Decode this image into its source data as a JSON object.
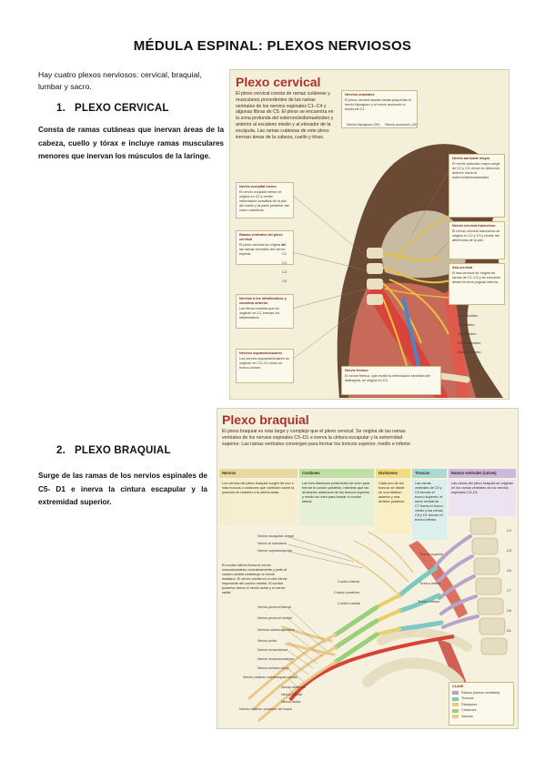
{
  "title": "MÉDULA ESPINAL: PLEXOS NERVIOSOS",
  "intro": "Hay cuatro plexos nerviosos: cervical, braquial, lumbar y sacro.",
  "sections": [
    {
      "number": "1.",
      "heading": "PLEXO CERVICAL",
      "text": "Consta de ramas cutáneas que inervan áreas de la cabeza, cuello y tórax e incluye ramas musculares menores que inervan los músculos de la laringe."
    },
    {
      "number": "2.",
      "heading": "PLEXO BRAQUIAL",
      "text": "Surge de las ramas de los nervios espinales de C5- D1 e inerva la cintura escapular y la extremidad superior."
    }
  ],
  "fig_cervical": {
    "title": "Plexo cervical",
    "intro": "El plexo cervical consta de ramas cutáneas y musculares procedentes de las ramas ventrales de los nervios espinales C1–C4 y algunas fibras de C5. El plexo se encuentra en la zona profunda del esternocleidomastoideo y anterior al escaleno medio y al elevador de la escápula. Las ramas cutáneas de este plexo inervan áreas de la cabeza, cuello y tórax.",
    "callouts": [
      {
        "head": "Nervios craneales",
        "text": "El plexo cervical aporta ramas pequeñas al nervio hipogloso y al nervio accesorio a través de C1."
      },
      {
        "head": "Nervio occipital menor",
        "text": "El nervio occipital menor se origina en C2 y recibe información sensitiva de la piel del cuello y la parte posterior del cuero cabelludo."
      },
      {
        "head": "Ramas ventrales del plexo cervical",
        "text": "El plexo cervical se origina de las ramas ventrales del nervio espinal."
      },
      {
        "head": "Nervios a los infrahioideos y escaleno anterior",
        "text": "Las fibras motoras que se originan en C1 inervan los infrahioideos."
      },
      {
        "head": "Nervios supraclaviculares",
        "text": "Los nervios supraclaviculares se originan en C3–C4 como un tronco común."
      },
      {
        "head": "Nervio auricular mayor",
        "text": "El nervio auricular mayor surge de C2 y C3, envía en dirección anterior hacia el esternocleidomastoideo."
      },
      {
        "head": "Nervio cervical transverso",
        "text": "El nervio cervical transverso se origina en C2 y C3 y recibe las aferencias de la piel."
      },
      {
        "head": "Asa cervical",
        "text": "El asa cervical se origina de ramas de C1–C3 y se envuelve desde la vena yugular interna."
      },
      {
        "head": "Nervio frénico",
        "text": "El nervio frénico, que recibe la información sensitiva del diafragma, se origina en C4."
      }
    ],
    "nerve_labels_left": [
      "C1",
      "C2",
      "C3",
      "C4",
      "C5"
    ],
    "muscle_labels": [
      "Geniohioideo",
      "Tirohioideo",
      "Omohioideo",
      "Esternohioideo",
      "Esternotiroideo"
    ],
    "top_labels": [
      "Nervio hipogloso (XII)",
      "Nervio accesorio (XI)"
    ]
  },
  "fig_braquial": {
    "title": "Plexo braquial",
    "intro": "El plexo braquial es más largo y complejo que el plexo cervical. Se origina de las ramas ventrales de los nervios espinales C5–D1 e inerva la cintura escapular y la extremidad superior. Las ramas ventrales convergen para formar los troncos superior, medio e inferior.",
    "columns": [
      {
        "head": "Nervios",
        "text": "Los nervios del plexo braquial surgen de uno o más troncos o cordones que controlan sobre la posición en relación a la arteria axilar."
      },
      {
        "head": "Cordones",
        "text": "Las tres divisiones posteriores se unen para formar el cordón posterior, mientras que las divisiones anteriores de los troncos superior y medio se unen para formar el cordón lateral."
      },
      {
        "head": "Divisiones",
        "text": "Cada uno de los troncos se divide en una división anterior y una división posterior."
      },
      {
        "head": "Troncos",
        "text": "Las ramas ventrales de C5 y C6 forman el tronco superior; el ramo ventral de C7 forma el tronco medio y las ramas C8 y D1 forman el tronco inferior."
      },
      {
        "head": "Ramos ventrales (raíces)",
        "text": "Las raíces del plexo braquial se originan en los ramos ventrales de los nervios espinales C5–D1."
      }
    ],
    "spine_labels": [
      "C4",
      "C5",
      "C6",
      "C7",
      "C8",
      "D1"
    ],
    "nerve_labels": [
      "Nervio escapular dorsal",
      "Nervio al subclavio",
      "Nervio supraescapular",
      "Nervio pectoral lateral",
      "Nervio pectoral medial",
      "Nervios subescapulares",
      "Nervio axilar",
      "Nervio toracodorsal",
      "Nervio musculocutáneo",
      "Nervio torácico largo",
      "Nervio cutáneo antebraquial medial",
      "Nervio mediano",
      "Nervio cubital",
      "Nervio radial",
      "Nervio cutáneo posterior del brazo"
    ],
    "side_text": "El cordón lateral forma el nervio musculocutáneo exclusivamente y junto al cordón medial contribuye al nervio mediano. El nervio cubital es el otro nervio importante del cordón medial. El cordón posterior forma el nervio axilar y el nervio radial.",
    "cord_labels": [
      "Cordón lateral",
      "Cordón posterior",
      "Cordón medial"
    ],
    "trunk_labels": [
      "Tronco superior",
      "Tronco medio",
      "Tronco inferior"
    ],
    "legend_title": "CLAVE",
    "legend": [
      {
        "label": "Raíces (ramos ventrales)",
        "color": "#b8a3c9"
      },
      {
        "label": "Troncos",
        "color": "#7fc7c2"
      },
      {
        "label": "Divisiones",
        "color": "#e7cf6a"
      },
      {
        "label": "Cordones",
        "color": "#9bcf7b"
      },
      {
        "label": "Nervios",
        "color": "#e8c98a"
      }
    ]
  }
}
